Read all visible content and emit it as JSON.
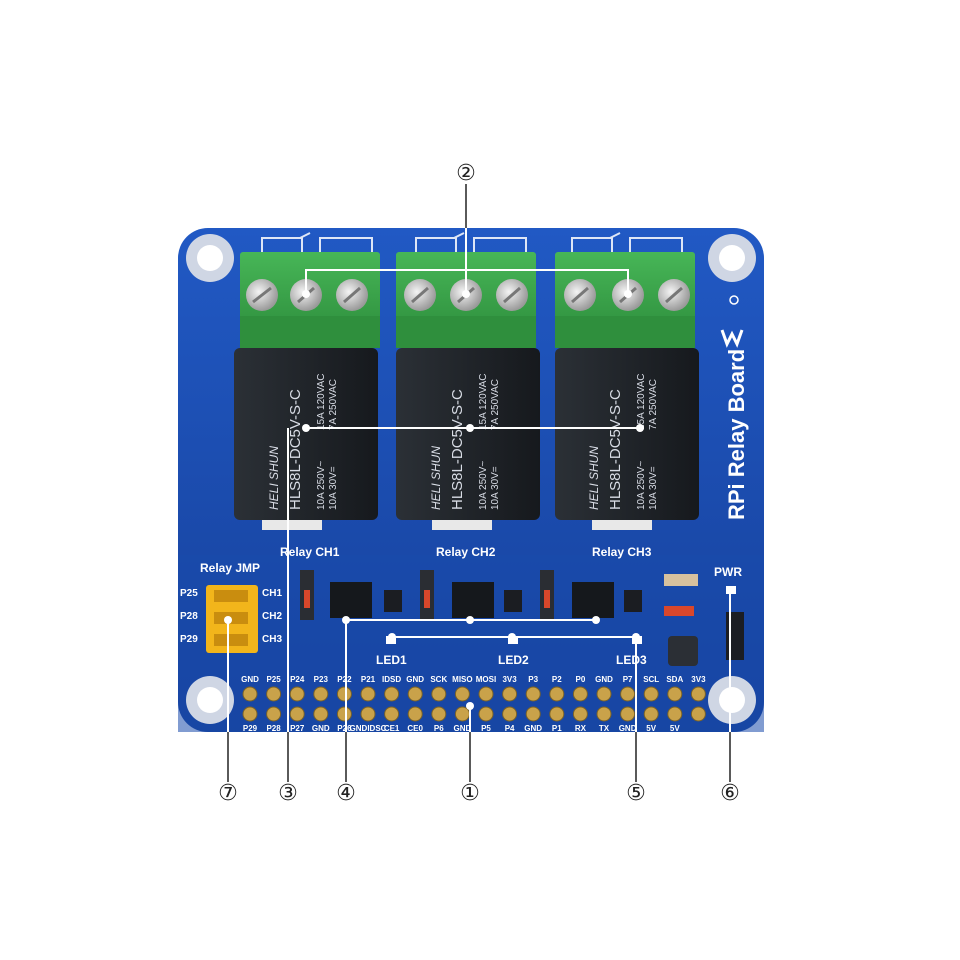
{
  "board": {
    "title": "RPi Relay Board",
    "channels": [
      "Relay CH1",
      "Relay CH2",
      "Relay CH3"
    ],
    "relay_part": "HLS8L-DC5V-S-C",
    "relay_brand": "HELI SHUN",
    "relay_ratings": [
      "10A 250V~",
      "10A 30V=",
      "15A 120VAC",
      "7A 250VAC"
    ],
    "jumper_title": "Relay JMP",
    "jumper_pins": [
      "P25",
      "P28",
      "P29"
    ],
    "jumper_channels": [
      "CH1",
      "CH2",
      "CH3"
    ],
    "leds": [
      "LED1",
      "LED2",
      "LED3"
    ],
    "pwr_label": "PWR",
    "header_top_labels": [
      "GND",
      "P25",
      "P24",
      "P23",
      "P22",
      "P21",
      "IDSD",
      "GND",
      "SCK",
      "MISO",
      "MOSI",
      "3V3",
      "P3",
      "P2",
      "P0",
      "GND",
      "P7",
      "SCL",
      "SDA",
      "3V3"
    ],
    "header_bottom_labels": [
      "P29",
      "P28",
      "P27",
      "GND",
      "P26",
      "GNDIDSC",
      "CE1",
      "CE0",
      "P6",
      "GND",
      "P5",
      "P4",
      "GND",
      "P1",
      "RX",
      "TX",
      "GND",
      "5V",
      "5V"
    ]
  },
  "callouts": [
    "①",
    "②",
    "③",
    "④",
    "⑤",
    "⑥",
    "⑦"
  ],
  "colors": {
    "pcb_blue": "#1c4fb4",
    "terminal_green": "#3aa247",
    "relay_black": "#1f2328",
    "jumper_yellow": "#f2b51b"
  }
}
